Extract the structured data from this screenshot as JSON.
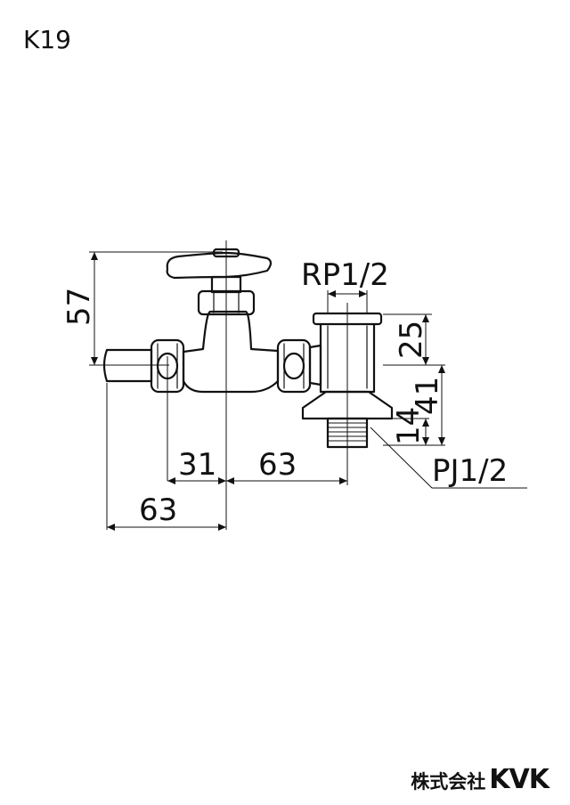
{
  "model": "K19",
  "brand": {
    "company_jp": "株式会社",
    "logo": "KVK"
  },
  "labels": {
    "rp": "RP1/2",
    "pj": "PJ1/2"
  },
  "dimensions": {
    "height_57": "57",
    "height_25": "25",
    "height_41": "41",
    "height_14": "14",
    "width_31": "31",
    "width_63_right": "63",
    "width_63_left": "63"
  }
}
